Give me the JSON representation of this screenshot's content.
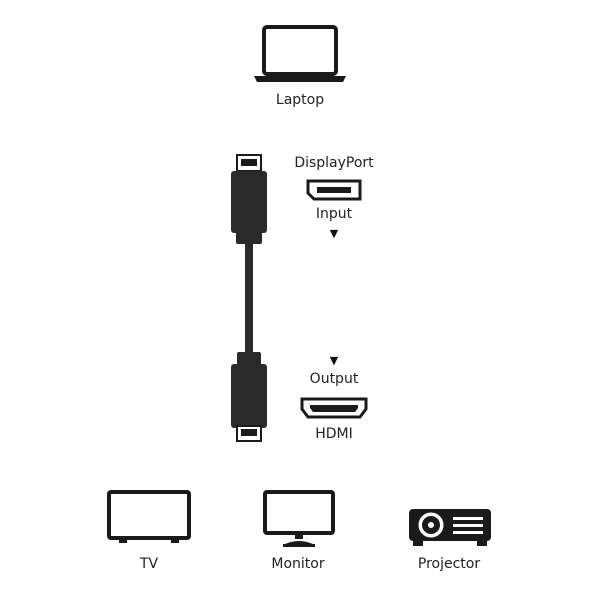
{
  "source": {
    "label": "Laptop",
    "icon": "laptop-icon"
  },
  "adapter": {
    "input_port": "DisplayPort",
    "input_caption": "Input",
    "output_caption": "Output",
    "output_port": "HDMI",
    "arrow_glyph": "▼"
  },
  "displays": [
    {
      "label": "TV",
      "icon": "tv-icon"
    },
    {
      "label": "Monitor",
      "icon": "monitor-icon"
    },
    {
      "label": "Projector",
      "icon": "projector-icon"
    }
  ],
  "colors": {
    "stroke": "#1a1a1a",
    "cable": "#2a2a2a",
    "fill": "#ffffff"
  }
}
